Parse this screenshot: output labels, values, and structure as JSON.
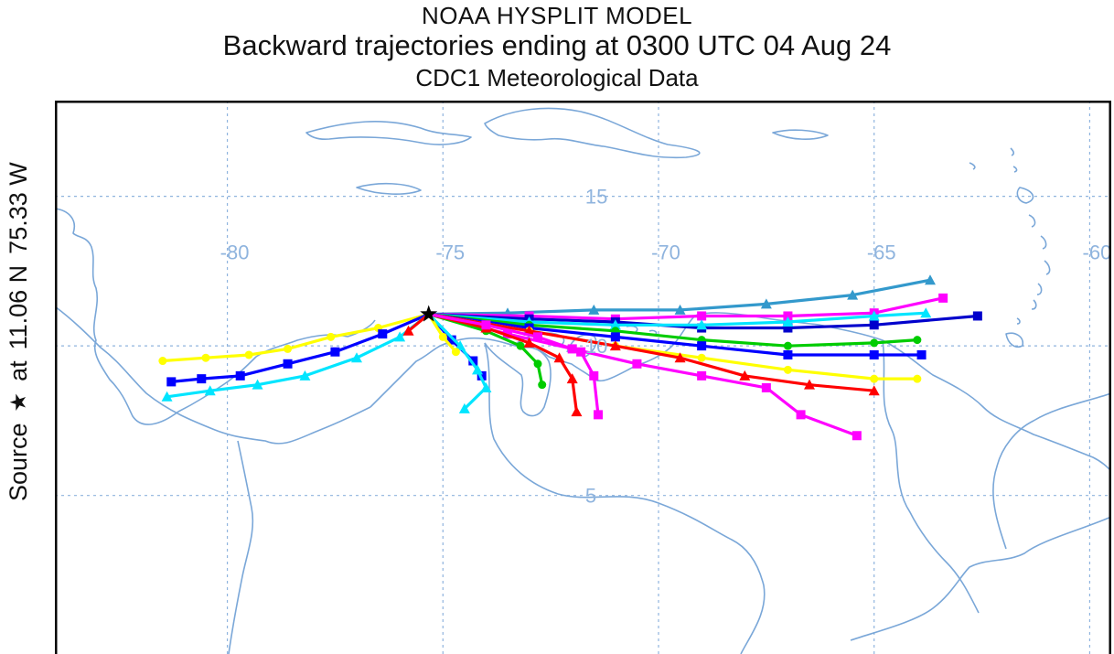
{
  "header": {
    "line1": "NOAA HYSPLIT MODEL",
    "line2": "Backward trajectories ending at 0300 UTC 04 Aug 24",
    "line3": "CDC1 Meteorological Data"
  },
  "source_label": {
    "prefix": "Source",
    "star_icon": "★",
    "at": "at",
    "lat": "11.06 N",
    "lon": "75.33 W"
  },
  "map": {
    "lon_range": [
      -84.0,
      -59.5
    ],
    "lat_range": [
      -0.3,
      18.2
    ],
    "lon_ticks": [
      -80,
      -75,
      -70,
      -65,
      -60
    ],
    "lat_ticks": [
      15,
      10,
      5
    ],
    "lon_tick_labels": [
      "-80",
      "-75",
      "-70",
      "-65",
      "-60"
    ],
    "lat_tick_labels": [
      "15",
      "10",
      "5"
    ],
    "gridline_color": "#8fb4de",
    "coastline_color": "#7aa7d8",
    "source_point": {
      "lon": -75.33,
      "lat": 11.06
    }
  },
  "trajectories": [
    {
      "color": "#ffff00",
      "marker": "circle",
      "points": [
        [
          -75.33,
          11.06
        ],
        [
          -76.5,
          10.6
        ],
        [
          -77.6,
          10.3
        ],
        [
          -78.6,
          9.9
        ],
        [
          -79.5,
          9.7
        ],
        [
          -80.5,
          9.6
        ],
        [
          -81.5,
          9.5
        ]
      ]
    },
    {
      "color": "#0000ff",
      "marker": "square",
      "points": [
        [
          -75.33,
          11.06
        ],
        [
          -76.4,
          10.4
        ],
        [
          -77.5,
          9.8
        ],
        [
          -78.6,
          9.4
        ],
        [
          -79.7,
          9.0
        ],
        [
          -80.6,
          8.9
        ],
        [
          -81.3,
          8.8
        ]
      ]
    },
    {
      "color": "#00e5ff",
      "marker": "triangle",
      "points": [
        [
          -75.33,
          11.06
        ],
        [
          -76.0,
          10.3
        ],
        [
          -77.0,
          9.6
        ],
        [
          -78.2,
          9.0
        ],
        [
          -79.3,
          8.7
        ],
        [
          -80.4,
          8.5
        ],
        [
          -81.4,
          8.3
        ]
      ]
    },
    {
      "color": "#3399cc",
      "marker": "triangle",
      "points": [
        [
          -75.33,
          11.06
        ],
        [
          -73.5,
          11.1
        ],
        [
          -71.5,
          11.2
        ],
        [
          -69.5,
          11.2
        ],
        [
          -67.5,
          11.4
        ],
        [
          -65.5,
          11.7
        ],
        [
          -63.7,
          12.2
        ]
      ]
    },
    {
      "color": "#ff00ff",
      "marker": "square",
      "points": [
        [
          -75.33,
          11.06
        ],
        [
          -73.0,
          11.0
        ],
        [
          -71.0,
          10.9
        ],
        [
          -69.0,
          11.0
        ],
        [
          -67.0,
          11.0
        ],
        [
          -65.0,
          11.1
        ],
        [
          -63.4,
          11.6
        ]
      ]
    },
    {
      "color": "#0000cc",
      "marker": "square",
      "points": [
        [
          -75.33,
          11.06
        ],
        [
          -73.0,
          10.9
        ],
        [
          -71.0,
          10.8
        ],
        [
          -69.0,
          10.6
        ],
        [
          -67.0,
          10.6
        ],
        [
          -65.0,
          10.7
        ],
        [
          -62.6,
          11.0
        ]
      ]
    },
    {
      "color": "#00e5ff",
      "marker": "triangle",
      "points": [
        [
          -75.33,
          11.06
        ],
        [
          -73.0,
          10.8
        ],
        [
          -71.0,
          10.7
        ],
        [
          -69.0,
          10.7
        ],
        [
          -67.0,
          10.8
        ],
        [
          -65.0,
          11.0
        ],
        [
          -63.8,
          11.1
        ]
      ]
    },
    {
      "color": "#00cc00",
      "marker": "circle",
      "points": [
        [
          -75.33,
          11.06
        ],
        [
          -73.0,
          10.7
        ],
        [
          -71.0,
          10.5
        ],
        [
          -69.0,
          10.2
        ],
        [
          -67.0,
          10.0
        ],
        [
          -65.0,
          10.1
        ],
        [
          -64.0,
          10.2
        ]
      ]
    },
    {
      "color": "#0000ff",
      "marker": "square",
      "points": [
        [
          -75.33,
          11.06
        ],
        [
          -73.0,
          10.6
        ],
        [
          -71.0,
          10.3
        ],
        [
          -69.0,
          10.0
        ],
        [
          -67.0,
          9.7
        ],
        [
          -65.0,
          9.7
        ],
        [
          -63.9,
          9.7
        ]
      ]
    },
    {
      "color": "#ffff00",
      "marker": "circle",
      "points": [
        [
          -75.33,
          11.06
        ],
        [
          -73.0,
          10.5
        ],
        [
          -71.0,
          10.0
        ],
        [
          -69.0,
          9.6
        ],
        [
          -67.0,
          9.2
        ],
        [
          -65.0,
          8.9
        ],
        [
          -64.0,
          8.9
        ]
      ]
    },
    {
      "color": "#ff0000",
      "marker": "triangle",
      "points": [
        [
          -75.33,
          11.06
        ],
        [
          -73.0,
          10.5
        ],
        [
          -71.0,
          10.0
        ],
        [
          -69.5,
          9.6
        ],
        [
          -68.0,
          9.0
        ],
        [
          -66.5,
          8.7
        ],
        [
          -65.0,
          8.5
        ]
      ]
    },
    {
      "color": "#ff00ff",
      "marker": "square",
      "points": [
        [
          -75.33,
          11.06
        ],
        [
          -73.5,
          10.4
        ],
        [
          -72.0,
          9.9
        ],
        [
          -70.5,
          9.4
        ],
        [
          -69.0,
          9.0
        ],
        [
          -67.5,
          8.6
        ],
        [
          -66.7,
          7.7
        ],
        [
          -65.4,
          7.0
        ]
      ]
    },
    {
      "color": "#0000ff",
      "marker": "square",
      "points": [
        [
          -75.33,
          11.06
        ],
        [
          -74.8,
          10.2
        ],
        [
          -74.3,
          9.5
        ],
        [
          -74.1,
          9.0
        ]
      ]
    },
    {
      "color": "#00e5ff",
      "marker": "triangle",
      "points": [
        [
          -75.33,
          11.06
        ],
        [
          -74.6,
          10.0
        ],
        [
          -74.2,
          9.2
        ],
        [
          -74.0,
          8.6
        ],
        [
          -74.5,
          7.9
        ]
      ]
    },
    {
      "color": "#00cc00",
      "marker": "circle",
      "points": [
        [
          -75.33,
          11.06
        ],
        [
          -74.0,
          10.5
        ],
        [
          -73.2,
          10.0
        ],
        [
          -72.8,
          9.4
        ],
        [
          -72.7,
          8.7
        ]
      ]
    },
    {
      "color": "#ff0000",
      "marker": "triangle",
      "points": [
        [
          -75.33,
          11.06
        ],
        [
          -74.0,
          10.6
        ],
        [
          -73.0,
          10.1
        ],
        [
          -72.3,
          9.6
        ],
        [
          -72.0,
          8.9
        ],
        [
          -71.9,
          7.8
        ]
      ]
    },
    {
      "color": "#ff00ff",
      "marker": "square",
      "points": [
        [
          -75.33,
          11.06
        ],
        [
          -74.0,
          10.7
        ],
        [
          -72.8,
          10.3
        ],
        [
          -71.8,
          9.8
        ],
        [
          -71.5,
          9.0
        ],
        [
          -71.4,
          7.7
        ]
      ]
    },
    {
      "color": "#ffff00",
      "marker": "circle",
      "points": [
        [
          -75.33,
          11.06
        ],
        [
          -75.0,
          10.3
        ],
        [
          -74.7,
          9.8
        ]
      ]
    },
    {
      "color": "#ff0000",
      "marker": "triangle",
      "points": [
        [
          -75.33,
          11.06
        ],
        [
          -75.8,
          10.5
        ]
      ]
    }
  ]
}
